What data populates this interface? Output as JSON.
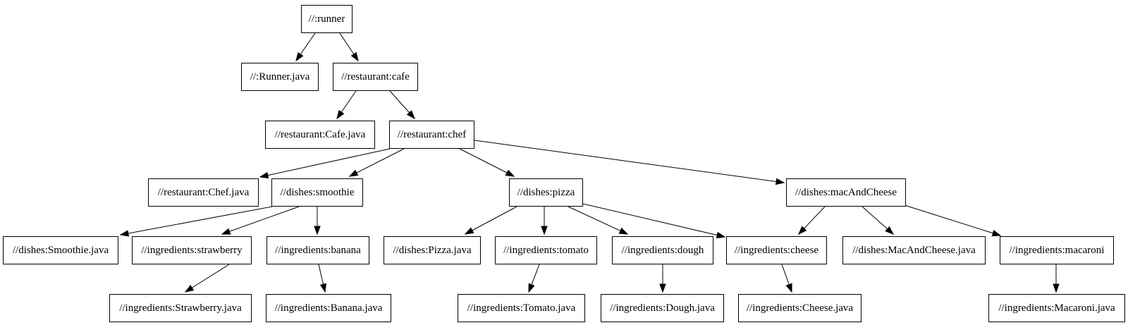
{
  "graph": {
    "title": "build dependency graph",
    "colors": {
      "background": "#ffffff",
      "node_fill": "#ffffff",
      "node_border": "#000000",
      "edge": "#000000",
      "text": "#000000"
    },
    "nodes": {
      "runner": {
        "label": "//:runner"
      },
      "runnerJava": {
        "label": "//:Runner.java"
      },
      "cafe": {
        "label": "//restaurant:cafe"
      },
      "cafeJava": {
        "label": "//restaurant:Cafe.java"
      },
      "chef": {
        "label": "//restaurant:chef"
      },
      "chefJava": {
        "label": "//restaurant:Chef.java"
      },
      "smoothie": {
        "label": "//dishes:smoothie"
      },
      "smoothieJava": {
        "label": "//dishes:Smoothie.java"
      },
      "strawberry": {
        "label": "//ingredients:strawberry"
      },
      "strawberryJava": {
        "label": "//ingredients:Strawberry.java"
      },
      "banana": {
        "label": "//ingredients:banana"
      },
      "bananaJava": {
        "label": "//ingredients:Banana.java"
      },
      "pizza": {
        "label": "//dishes:pizza"
      },
      "pizzaJava": {
        "label": "//dishes:Pizza.java"
      },
      "tomato": {
        "label": "//ingredients:tomato"
      },
      "tomatoJava": {
        "label": "//ingredients:Tomato.java"
      },
      "dough": {
        "label": "//ingredients:dough"
      },
      "doughJava": {
        "label": "//ingredients:Dough.java"
      },
      "cheese": {
        "label": "//ingredients:cheese"
      },
      "cheeseJava": {
        "label": "//ingredients:Cheese.java"
      },
      "macAndCheese": {
        "label": "//dishes:macAndCheese"
      },
      "macAndCheeseJava": {
        "label": "//dishes:MacAndCheese.java"
      },
      "macaroni": {
        "label": "//ingredients:macaroni"
      },
      "macaroniJava": {
        "label": "//ingredients:Macaroni.java"
      }
    },
    "edges": [
      {
        "from": "//:runner",
        "to": "//:Runner.java"
      },
      {
        "from": "//:runner",
        "to": "//restaurant:cafe"
      },
      {
        "from": "//restaurant:cafe",
        "to": "//restaurant:Cafe.java"
      },
      {
        "from": "//restaurant:cafe",
        "to": "//restaurant:chef"
      },
      {
        "from": "//restaurant:chef",
        "to": "//restaurant:Chef.java"
      },
      {
        "from": "//restaurant:chef",
        "to": "//dishes:smoothie"
      },
      {
        "from": "//restaurant:chef",
        "to": "//dishes:pizza"
      },
      {
        "from": "//restaurant:chef",
        "to": "//dishes:macAndCheese"
      },
      {
        "from": "//dishes:smoothie",
        "to": "//dishes:Smoothie.java"
      },
      {
        "from": "//dishes:smoothie",
        "to": "//ingredients:strawberry"
      },
      {
        "from": "//dishes:smoothie",
        "to": "//ingredients:banana"
      },
      {
        "from": "//ingredients:strawberry",
        "to": "//ingredients:Strawberry.java"
      },
      {
        "from": "//ingredients:banana",
        "to": "//ingredients:Banana.java"
      },
      {
        "from": "//dishes:pizza",
        "to": "//dishes:Pizza.java"
      },
      {
        "from": "//dishes:pizza",
        "to": "//ingredients:tomato"
      },
      {
        "from": "//dishes:pizza",
        "to": "//ingredients:dough"
      },
      {
        "from": "//dishes:pizza",
        "to": "//ingredients:cheese"
      },
      {
        "from": "//ingredients:tomato",
        "to": "//ingredients:Tomato.java"
      },
      {
        "from": "//ingredients:dough",
        "to": "//ingredients:Dough.java"
      },
      {
        "from": "//ingredients:cheese",
        "to": "//ingredients:Cheese.java"
      },
      {
        "from": "//dishes:macAndCheese",
        "to": "//ingredients:cheese"
      },
      {
        "from": "//dishes:macAndCheese",
        "to": "//dishes:MacAndCheese.java"
      },
      {
        "from": "//dishes:macAndCheese",
        "to": "//ingredients:macaroni"
      },
      {
        "from": "//ingredients:macaroni",
        "to": "//ingredients:Macaroni.java"
      }
    ]
  }
}
